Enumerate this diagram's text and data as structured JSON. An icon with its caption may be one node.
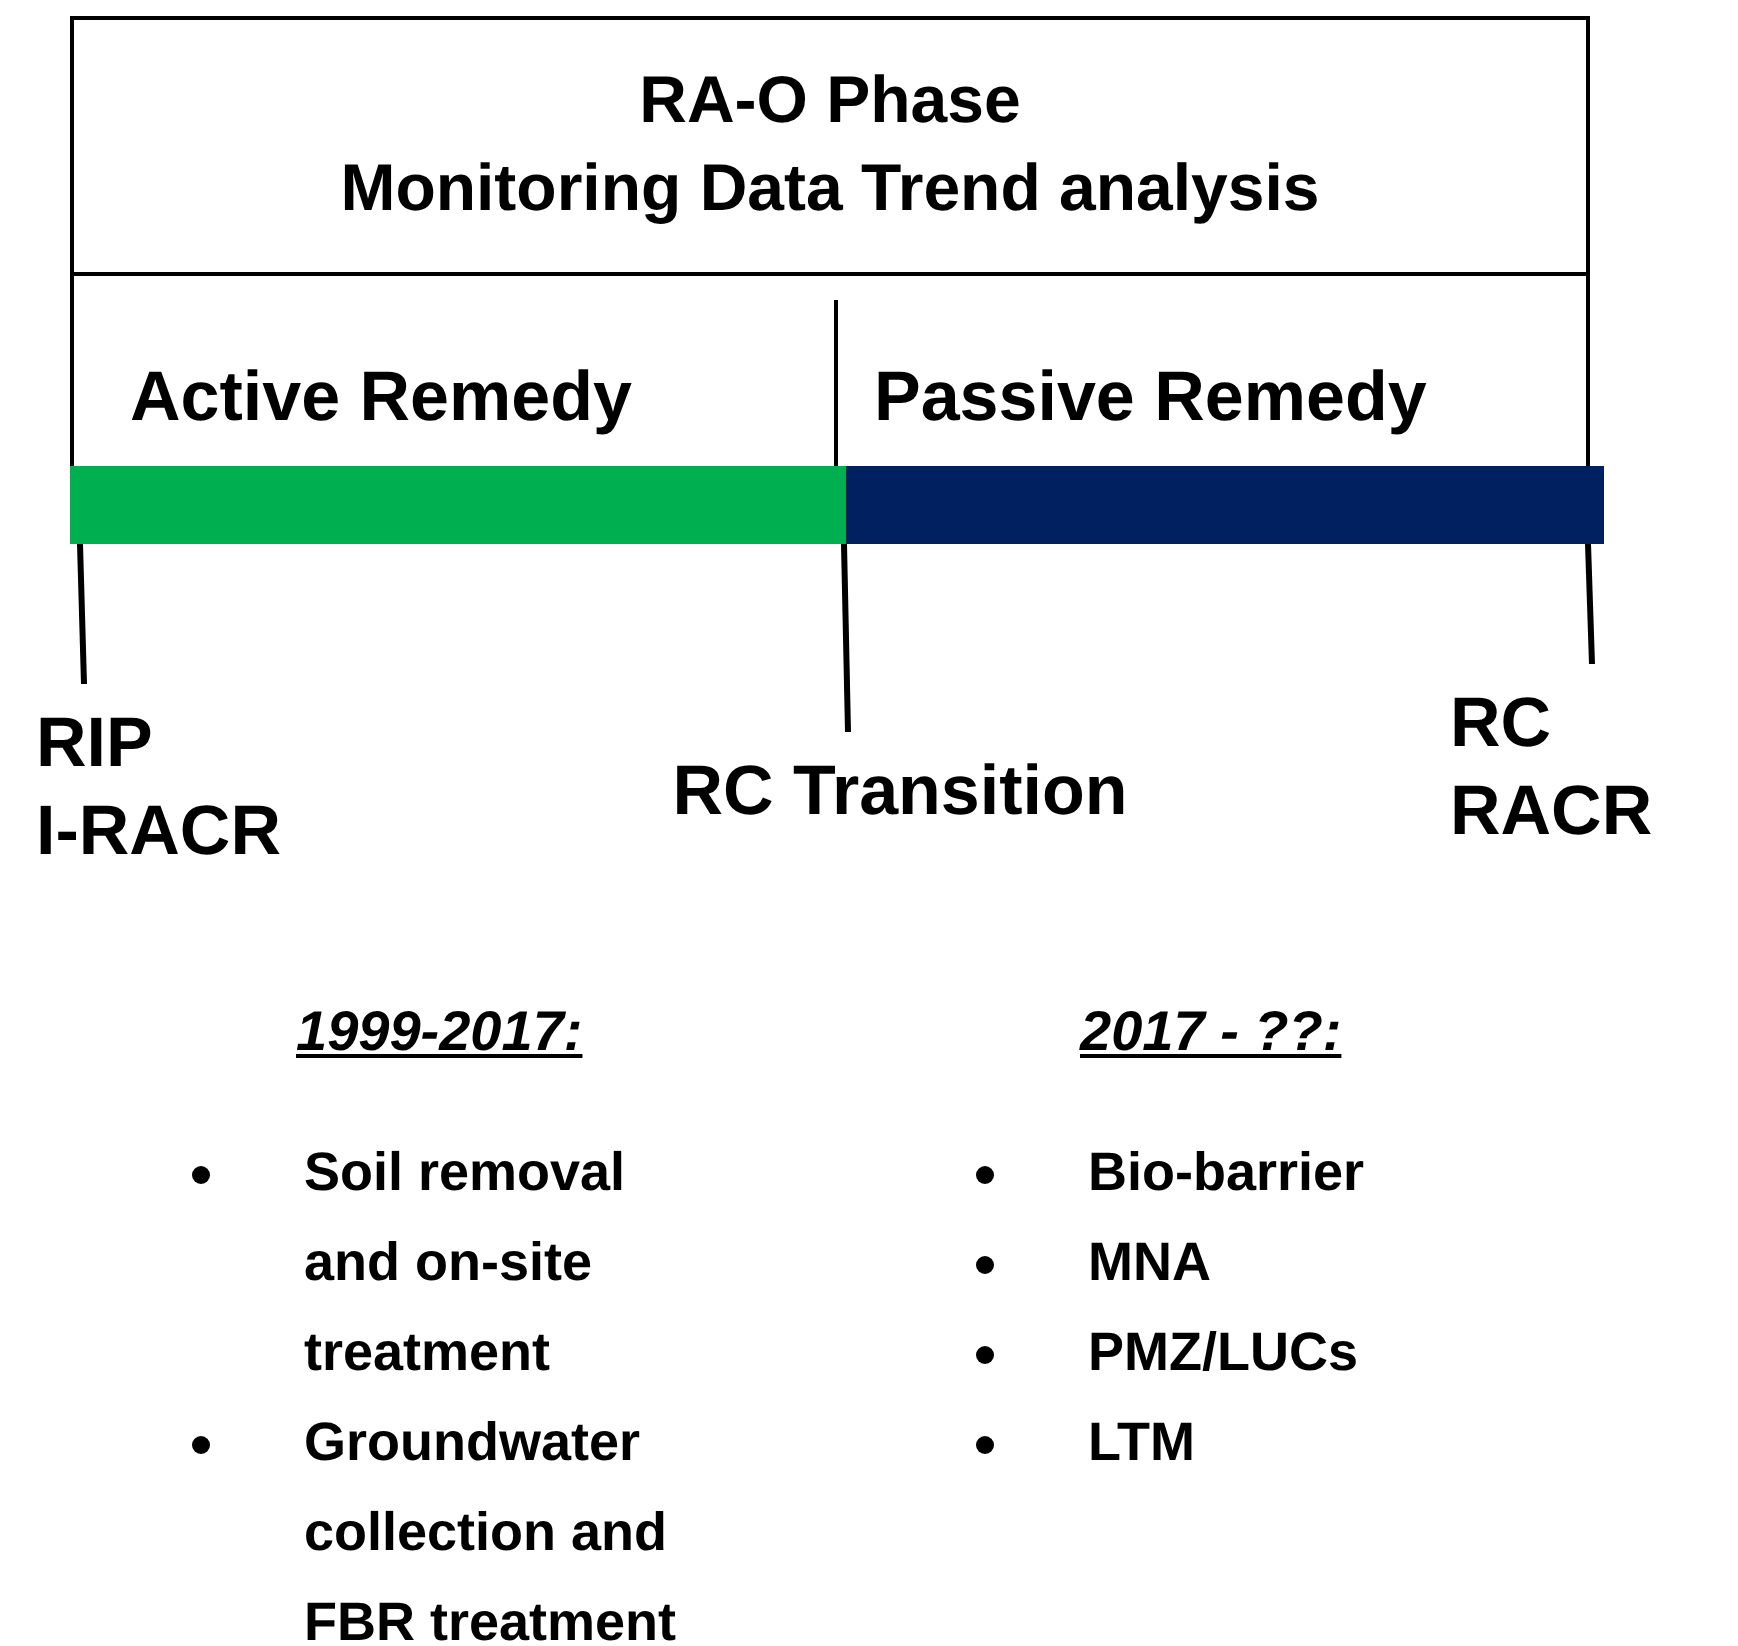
{
  "diagram": {
    "nodes": [
      {
        "text": [
          "RA-O Phase",
          "Monitoring Data Trend analysis"
        ]
      },
      {
        "text": [
          "Active Remedy"
        ]
      },
      {
        "text": [
          "Passive Remedy"
        ]
      },
      {
        "text": [],
        "shape": "bar"
      },
      {
        "text": [],
        "shape": "bar"
      },
      {
        "text": [
          "RIP",
          "I-RACR"
        ]
      },
      {
        "text": [
          "RC Transition"
        ]
      },
      {
        "text": [
          "RC",
          "RACR"
        ]
      }
    ],
    "edges": [
      {
        "from": 5,
        "to": 3,
        "arrow": "none"
      },
      {
        "from": 6,
        "to": 4,
        "arrow": "none"
      },
      {
        "from": 7,
        "to": 4,
        "arrow": "none"
      }
    ],
    "labels": [
      "1999-2017:",
      "2017 - ??:",
      "Soil removal and on-site treatment",
      "Bio-barrier",
      "MNA",
      "PMZ/LUCs",
      "LTM",
      "Groundwater collection and FBR treatment"
    ]
  }
}
